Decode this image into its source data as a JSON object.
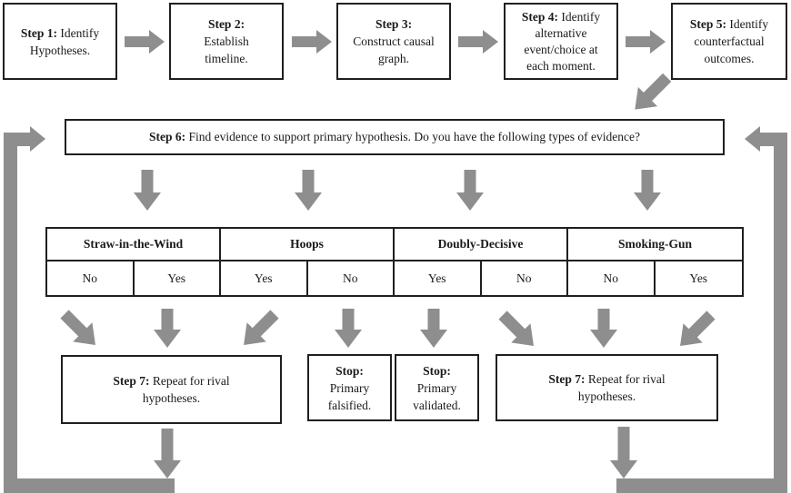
{
  "colors": {
    "arrow_gray": "#8e8e8e",
    "box_border": "#1f1f1f",
    "background": "#ffffff"
  },
  "steps": [
    {
      "title": "Step 1:",
      "lines": [
        "Step 1: Identify",
        "Hypotheses."
      ]
    },
    {
      "title": "Step 2:",
      "lines": [
        "Step 2:",
        "Establish",
        "timeline."
      ]
    },
    {
      "title": "Step 3:",
      "lines": [
        "Step 3:",
        "Construct causal",
        "graph."
      ]
    },
    {
      "title": "Step 4:",
      "lines": [
        "Step 4: Identify",
        "alternative",
        "event/choice at",
        "each moment."
      ]
    },
    {
      "title": "Step 5:",
      "lines": [
        "Step 5: Identify",
        "counterfactual",
        "outcomes."
      ]
    }
  ],
  "step6": {
    "title": "Step 6:",
    "text": " Find evidence to support primary hypothesis. Do you have the following types of evidence?"
  },
  "evidence_table": {
    "columns": [
      {
        "header": "Straw-in-the-Wind",
        "cells": [
          "No",
          "Yes"
        ]
      },
      {
        "header": "Hoops",
        "cells": [
          "Yes",
          "No"
        ]
      },
      {
        "header": "Doubly-Decisive",
        "cells": [
          "Yes",
          "No"
        ]
      },
      {
        "header": "Smoking-Gun",
        "cells": [
          "No",
          "Yes"
        ]
      }
    ]
  },
  "outcomes": [
    {
      "title": "Step 7:",
      "lines": [
        "Step 7: Repeat for rival",
        "hypotheses."
      ]
    },
    {
      "title": "Stop:",
      "lines": [
        "Stop:",
        "Primary",
        "falsified."
      ]
    },
    {
      "title": "Stop:",
      "lines": [
        "Stop:",
        "Primary",
        "validated."
      ]
    },
    {
      "title": "Step 7:",
      "lines": [
        "Step 7: Repeat for rival",
        "hypotheses."
      ]
    }
  ]
}
